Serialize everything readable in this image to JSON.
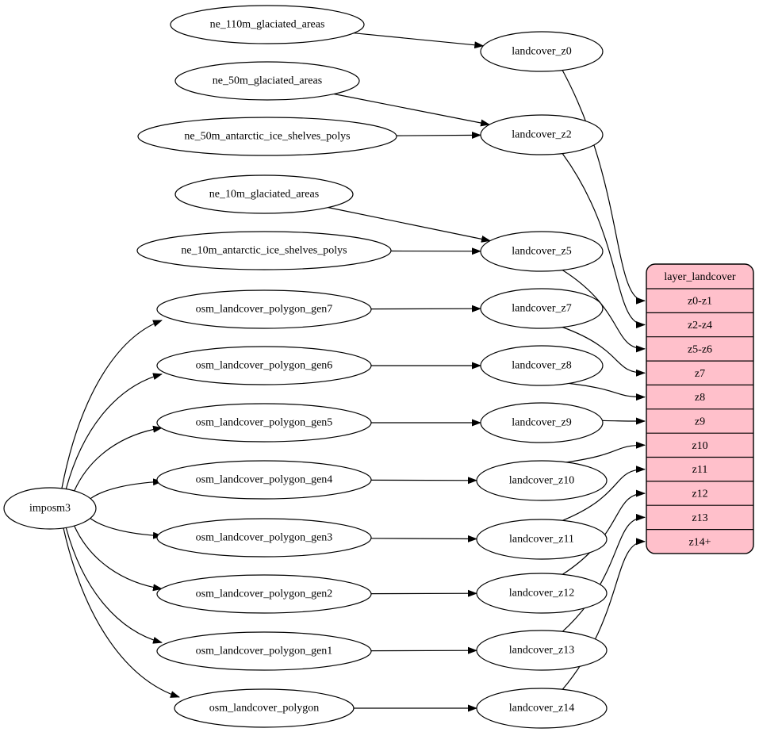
{
  "nodes": [
    {
      "id": "imposm3",
      "label": "imposm3"
    },
    {
      "id": "ne_110m_glaciated_areas",
      "label": "ne_110m_glaciated_areas"
    },
    {
      "id": "ne_50m_glaciated_areas",
      "label": "ne_50m_glaciated_areas"
    },
    {
      "id": "ne_50m_antarctic_ice_shelves_polys",
      "label": "ne_50m_antarctic_ice_shelves_polys"
    },
    {
      "id": "ne_10m_glaciated_areas",
      "label": "ne_10m_glaciated_areas"
    },
    {
      "id": "ne_10m_antarctic_ice_shelves_polys",
      "label": "ne_10m_antarctic_ice_shelves_polys"
    },
    {
      "id": "osm_landcover_polygon_gen7",
      "label": "osm_landcover_polygon_gen7"
    },
    {
      "id": "osm_landcover_polygon_gen6",
      "label": "osm_landcover_polygon_gen6"
    },
    {
      "id": "osm_landcover_polygon_gen5",
      "label": "osm_landcover_polygon_gen5"
    },
    {
      "id": "osm_landcover_polygon_gen4",
      "label": "osm_landcover_polygon_gen4"
    },
    {
      "id": "osm_landcover_polygon_gen3",
      "label": "osm_landcover_polygon_gen3"
    },
    {
      "id": "osm_landcover_polygon_gen2",
      "label": "osm_landcover_polygon_gen2"
    },
    {
      "id": "osm_landcover_polygon_gen1",
      "label": "osm_landcover_polygon_gen1"
    },
    {
      "id": "osm_landcover_polygon",
      "label": "osm_landcover_polygon"
    },
    {
      "id": "landcover_z0",
      "label": "landcover_z0"
    },
    {
      "id": "landcover_z2",
      "label": "landcover_z2"
    },
    {
      "id": "landcover_z5",
      "label": "landcover_z5"
    },
    {
      "id": "landcover_z7",
      "label": "landcover_z7"
    },
    {
      "id": "landcover_z8",
      "label": "landcover_z8"
    },
    {
      "id": "landcover_z9",
      "label": "landcover_z9"
    },
    {
      "id": "landcover_z10",
      "label": "landcover_z10"
    },
    {
      "id": "landcover_z11",
      "label": "landcover_z11"
    },
    {
      "id": "landcover_z12",
      "label": "landcover_z12"
    },
    {
      "id": "landcover_z13",
      "label": "landcover_z13"
    },
    {
      "id": "landcover_z14",
      "label": "landcover_z14"
    }
  ],
  "table": {
    "title": "layer_landcover",
    "rows": [
      "z0-z1",
      "z2-z4",
      "z5-z6",
      "z7",
      "z8",
      "z9",
      "z10",
      "z11",
      "z12",
      "z13",
      "z14+"
    ]
  },
  "edges": [
    {
      "from": "ne_110m_glaciated_areas",
      "to": "landcover_z0"
    },
    {
      "from": "ne_50m_glaciated_areas",
      "to": "landcover_z2"
    },
    {
      "from": "ne_50m_antarctic_ice_shelves_polys",
      "to": "landcover_z2"
    },
    {
      "from": "ne_10m_glaciated_areas",
      "to": "landcover_z5"
    },
    {
      "from": "ne_10m_antarctic_ice_shelves_polys",
      "to": "landcover_z5"
    },
    {
      "from": "imposm3",
      "to": "osm_landcover_polygon_gen7"
    },
    {
      "from": "imposm3",
      "to": "osm_landcover_polygon_gen6"
    },
    {
      "from": "imposm3",
      "to": "osm_landcover_polygon_gen5"
    },
    {
      "from": "imposm3",
      "to": "osm_landcover_polygon_gen4"
    },
    {
      "from": "imposm3",
      "to": "osm_landcover_polygon_gen3"
    },
    {
      "from": "imposm3",
      "to": "osm_landcover_polygon_gen2"
    },
    {
      "from": "imposm3",
      "to": "osm_landcover_polygon_gen1"
    },
    {
      "from": "imposm3",
      "to": "osm_landcover_polygon"
    },
    {
      "from": "osm_landcover_polygon_gen7",
      "to": "landcover_z7"
    },
    {
      "from": "osm_landcover_polygon_gen6",
      "to": "landcover_z8"
    },
    {
      "from": "osm_landcover_polygon_gen5",
      "to": "landcover_z9"
    },
    {
      "from": "osm_landcover_polygon_gen4",
      "to": "landcover_z10"
    },
    {
      "from": "osm_landcover_polygon_gen3",
      "to": "landcover_z11"
    },
    {
      "from": "osm_landcover_polygon_gen2",
      "to": "landcover_z12"
    },
    {
      "from": "osm_landcover_polygon_gen1",
      "to": "landcover_z13"
    },
    {
      "from": "osm_landcover_polygon",
      "to": "landcover_z14"
    },
    {
      "from": "landcover_z0",
      "to": "layer_landcover",
      "row": "z0-z1"
    },
    {
      "from": "landcover_z2",
      "to": "layer_landcover",
      "row": "z2-z4"
    },
    {
      "from": "landcover_z5",
      "to": "layer_landcover",
      "row": "z5-z6"
    },
    {
      "from": "landcover_z7",
      "to": "layer_landcover",
      "row": "z7"
    },
    {
      "from": "landcover_z8",
      "to": "layer_landcover",
      "row": "z8"
    },
    {
      "from": "landcover_z9",
      "to": "layer_landcover",
      "row": "z9"
    },
    {
      "from": "landcover_z10",
      "to": "layer_landcover",
      "row": "z10"
    },
    {
      "from": "landcover_z11",
      "to": "layer_landcover",
      "row": "z11"
    },
    {
      "from": "landcover_z12",
      "to": "layer_landcover",
      "row": "z12"
    },
    {
      "from": "landcover_z13",
      "to": "layer_landcover",
      "row": "z13"
    },
    {
      "from": "landcover_z14",
      "to": "layer_landcover",
      "row": "z14+"
    }
  ],
  "colors": {
    "background": "#ffffff",
    "node_fill": "#ffffff",
    "table_fill": "#ffc0cb",
    "line": "#000000"
  }
}
